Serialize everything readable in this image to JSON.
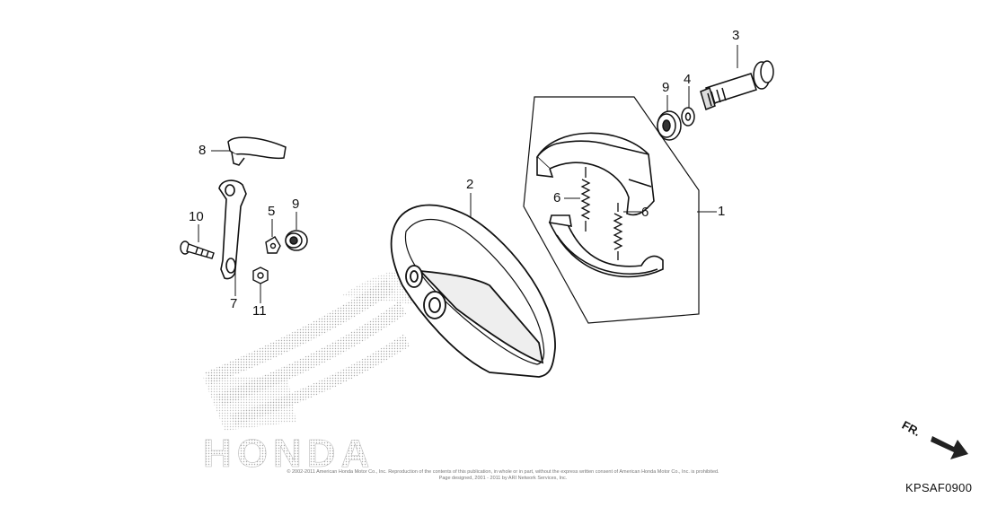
{
  "callouts": {
    "c1": "1",
    "c2": "2",
    "c3": "3",
    "c4": "4",
    "c5": "5",
    "c6a": "6",
    "c6b": "6",
    "c7": "7",
    "c8": "8",
    "c9a": "9",
    "c9b": "9",
    "c10": "10",
    "c11": "11"
  },
  "direction_label": "FR.",
  "diagram_code": "KPSAF0900",
  "watermark_text": "HONDA",
  "copyright_line1": "© 2002-2011 American Honda Motor Co., Inc. Reproduction of the contents of this publication, in whole or in part, without the express written consent of American Honda Motor Co., Inc. is prohibited.",
  "copyright_line2": "Page designed, 2001 - 2011 by ARI Network Services, Inc.",
  "colors": {
    "ink": "#111111",
    "watermark": "#bbbbbb"
  }
}
